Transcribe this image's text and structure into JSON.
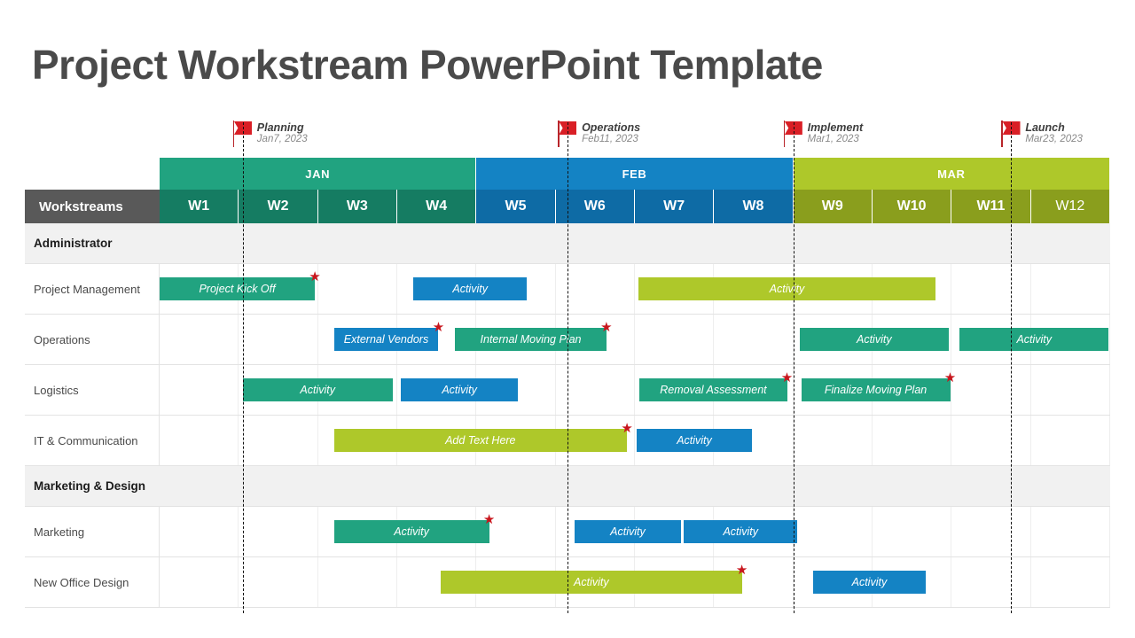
{
  "title": "Project Workstream PowerPoint Template",
  "colors": {
    "teal": "#21a380",
    "teal_dark": "#15785f",
    "blue": "#1483c4",
    "blue_dark": "#0e6ba5",
    "lime": "#aec82a",
    "lime_dark": "#8a9e1d",
    "header_gray": "#595959",
    "group_gray": "#f1f1f1",
    "flag_red": "#d91f26",
    "star_red": "#c8161d",
    "title_gray": "#4a4a4a"
  },
  "milestones": [
    {
      "name": "Planning",
      "date": "Jan7, 2023",
      "week": 1.05,
      "icon": "flag-icon"
    },
    {
      "name": "Operations",
      "date": "Feb11, 2023",
      "week": 5.15,
      "icon": "flag-icon"
    },
    {
      "name": "Implement",
      "date": "Mar1, 2023",
      "week": 8.0,
      "icon": "flag-icon"
    },
    {
      "name": "Launch",
      "date": "Mar23, 2023",
      "week": 10.75,
      "icon": "flag-icon"
    }
  ],
  "months": [
    {
      "label": "JAN",
      "span": 4,
      "color": "#21a380"
    },
    {
      "label": "FEB",
      "span": 4,
      "color": "#1483c4"
    },
    {
      "label": "MAR",
      "span": 4,
      "color": "#aec82a"
    }
  ],
  "workstreams_header": "Workstreams",
  "weeks": [
    {
      "label": "W1",
      "color": "#157c62",
      "light": false
    },
    {
      "label": "W2",
      "color": "#157c62",
      "light": false
    },
    {
      "label": "W3",
      "color": "#157c62",
      "light": false
    },
    {
      "label": "W4",
      "color": "#157c62",
      "light": false
    },
    {
      "label": "W5",
      "color": "#0e6ba5",
      "light": false
    },
    {
      "label": "W6",
      "color": "#0e6ba5",
      "light": false
    },
    {
      "label": "W7",
      "color": "#0e6ba5",
      "light": false
    },
    {
      "label": "W8",
      "color": "#0e6ba5",
      "light": false
    },
    {
      "label": "W9",
      "color": "#8a9e1d",
      "light": false
    },
    {
      "label": "W10",
      "color": "#8a9e1d",
      "light": false
    },
    {
      "label": "W11",
      "color": "#8a9e1d",
      "light": false
    },
    {
      "label": "W12",
      "color": "#8a9e1d",
      "light": true
    }
  ],
  "rows": [
    {
      "type": "group",
      "label": "Administrator",
      "height": 46,
      "bars": []
    },
    {
      "type": "task",
      "label": "Project Management",
      "height": 57,
      "bars": [
        {
          "text": "Project Kick Off",
          "color": "teal",
          "start": 0.0,
          "end": 1.96,
          "star": true
        },
        {
          "text": "Activity",
          "color": "blue",
          "start": 3.2,
          "end": 4.64,
          "star": false
        },
        {
          "text": "Activity",
          "color": "lime",
          "start": 6.04,
          "end": 9.8,
          "star": false
        }
      ]
    },
    {
      "type": "task",
      "label": "Operations",
      "height": 57,
      "bars": [
        {
          "text": "External Vendors",
          "color": "blue",
          "start": 2.2,
          "end": 3.52,
          "star": true
        },
        {
          "text": "Internal Moving Plan",
          "color": "teal",
          "start": 3.73,
          "end": 5.64,
          "star": true
        },
        {
          "text": "Activity",
          "color": "teal",
          "start": 8.08,
          "end": 9.96,
          "star": false
        },
        {
          "text": "Activity",
          "color": "teal",
          "start": 10.1,
          "end": 11.98,
          "star": false
        }
      ]
    },
    {
      "type": "task",
      "label": "Logistics",
      "height": 57,
      "bars": [
        {
          "text": "Activity",
          "color": "teal",
          "start": 1.05,
          "end": 2.94,
          "star": false
        },
        {
          "text": "Activity",
          "color": "blue",
          "start": 3.05,
          "end": 4.52,
          "star": false
        },
        {
          "text": "Removal Assessment",
          "color": "teal",
          "start": 6.06,
          "end": 7.92,
          "star": true
        },
        {
          "text": "Finalize Moving Plan",
          "color": "teal",
          "start": 8.1,
          "end": 9.98,
          "star": true
        }
      ]
    },
    {
      "type": "task",
      "label": "IT & Communication",
      "height": 57,
      "bars": [
        {
          "text": "Add Text Here",
          "color": "lime",
          "start": 2.2,
          "end": 5.9,
          "star": true
        },
        {
          "text": "Activity",
          "color": "blue",
          "start": 6.02,
          "end": 7.48,
          "star": false
        }
      ]
    },
    {
      "type": "group",
      "label": "Marketing & Design",
      "height": 46,
      "bars": []
    },
    {
      "type": "task",
      "label": "Marketing",
      "height": 57,
      "bars": [
        {
          "text": "Activity",
          "color": "teal",
          "start": 2.2,
          "end": 4.16,
          "star": true
        },
        {
          "text": "Activity",
          "color": "blue",
          "start": 5.24,
          "end": 6.58,
          "star": false
        },
        {
          "text": "Activity",
          "color": "blue",
          "start": 6.62,
          "end": 8.05,
          "star": false
        }
      ]
    },
    {
      "type": "task",
      "label": "New Office Design",
      "height": 57,
      "bars": [
        {
          "text": "Activity",
          "color": "lime",
          "start": 3.55,
          "end": 7.35,
          "star": true
        },
        {
          "text": "Activity",
          "color": "blue",
          "start": 8.25,
          "end": 9.67,
          "star": false
        }
      ]
    }
  ]
}
